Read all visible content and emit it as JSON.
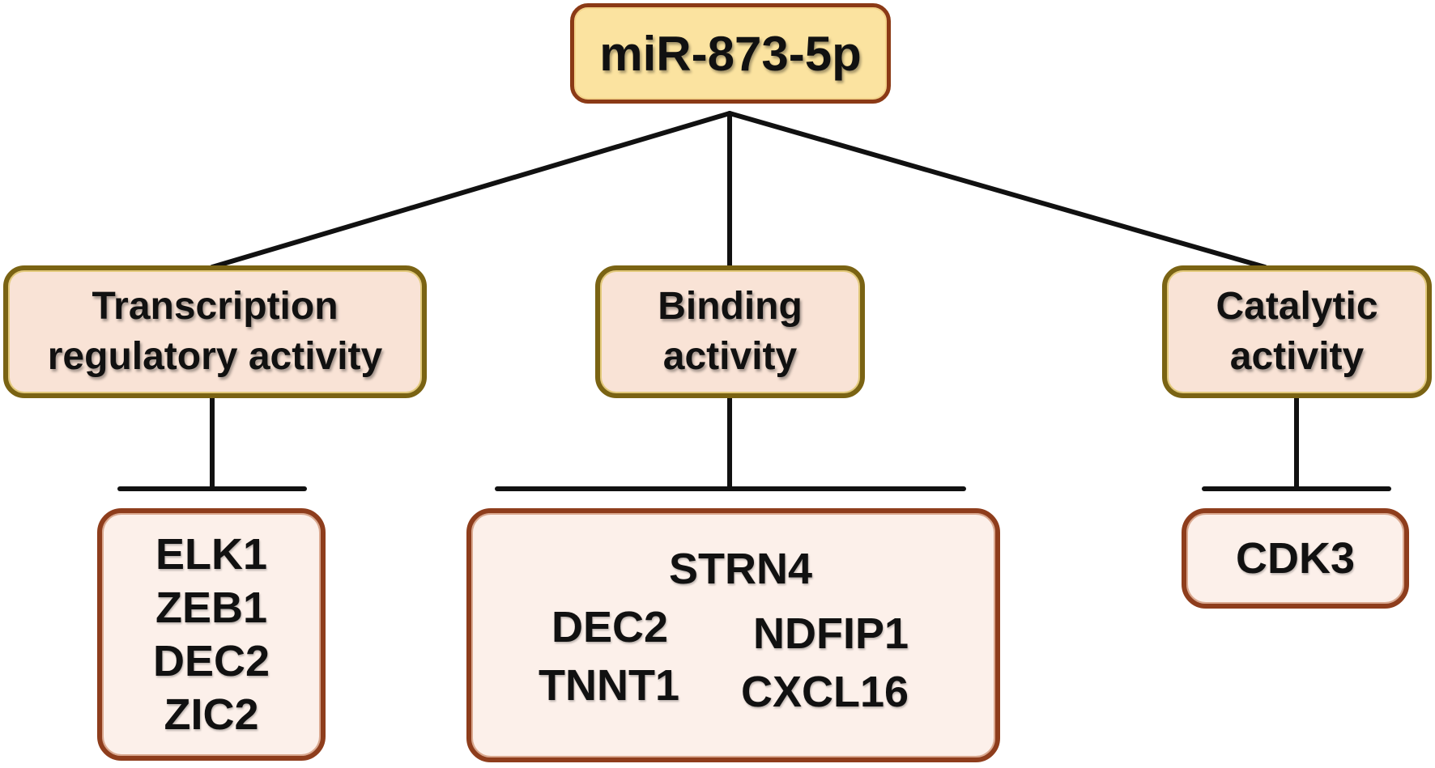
{
  "root": {
    "label": "miR-873-5p"
  },
  "categories": [
    {
      "lines": [
        "Transcription",
        "regulatory activity"
      ],
      "genes": [
        "ELK1",
        "ZEB1",
        "DEC2",
        "ZIC2"
      ]
    },
    {
      "lines": [
        "Binding",
        "activity"
      ],
      "genes": [
        "STRN4",
        "DEC2",
        "NDFIP1",
        "TNNT1",
        "CXCL16"
      ]
    },
    {
      "lines": [
        "Catalytic",
        "activity"
      ],
      "genes": [
        "CDK3"
      ]
    }
  ],
  "colors": {
    "root_fill": "#fbe3a0",
    "root_border": "#8b3a16",
    "category_fill": "#f9e3d6",
    "category_border": "#7a6313",
    "gene_fill": "#fcf0ea",
    "gene_border": "#8e3d1c",
    "connector": "#111111"
  }
}
